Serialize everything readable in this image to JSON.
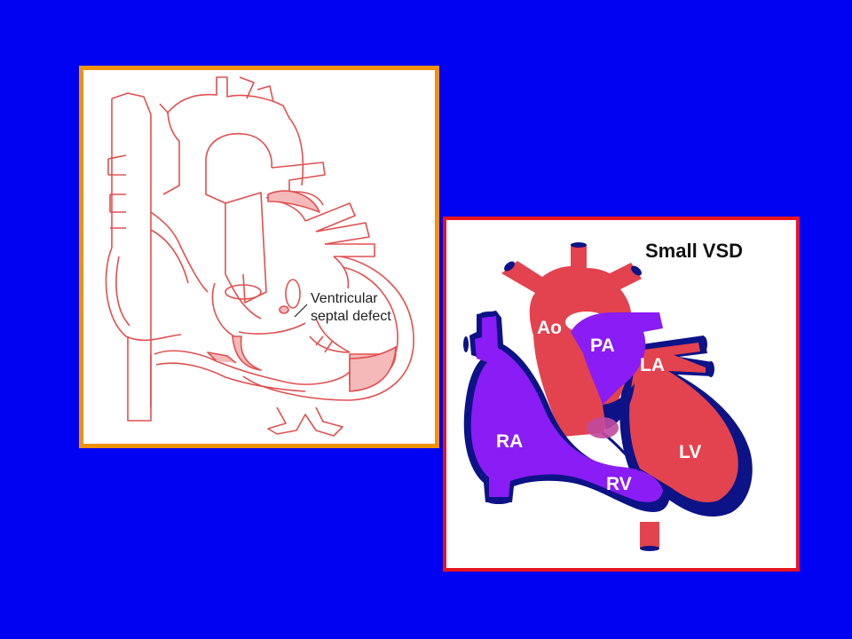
{
  "background_color": "#0202f2",
  "line_diagram": {
    "frame_color": "#f0920a",
    "line_color": "#e05050",
    "callout_line1": "Ventricular",
    "callout_line2": "septal defect"
  },
  "color_diagram": {
    "frame_color": "#e8141e",
    "title": "Small VSD",
    "colors": {
      "oxygenated": "#e2434e",
      "deoxygenated": "#8a1cf5",
      "outline": "#0c1386"
    },
    "labels": {
      "ao": "Ao",
      "pa": "PA",
      "la": "LA",
      "ra": "RA",
      "rv": "RV",
      "lv": "LV"
    }
  }
}
